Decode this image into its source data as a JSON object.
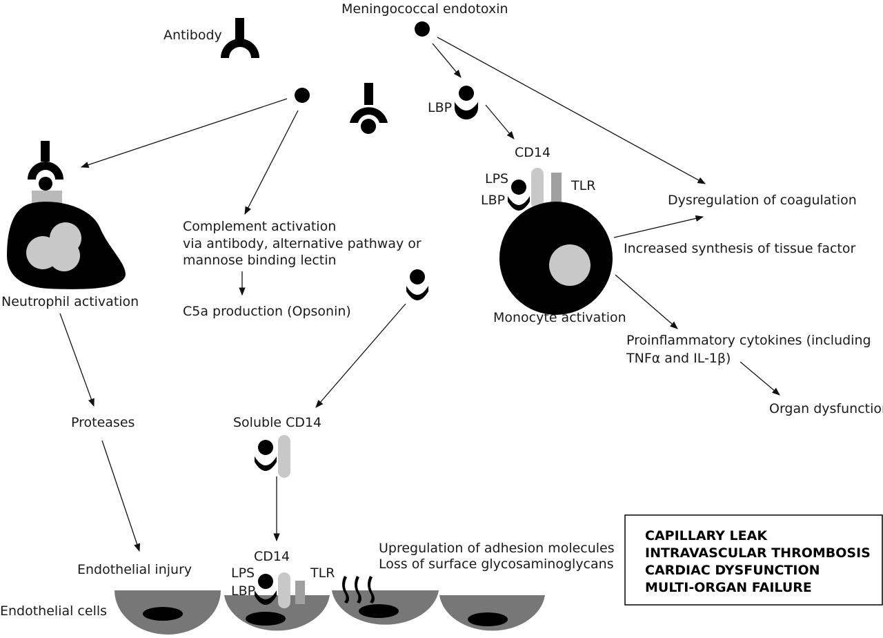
{
  "labels": {
    "meningococcal_endotoxin": "Meningococcal endotoxin",
    "antibody": "Antibody",
    "lbp_top": "LBP",
    "cd14_top": "CD14",
    "lps_mono": "LPS",
    "lbp_mono": "LBP",
    "tlr_mono": "TLR",
    "dysregulation": "Dysregulation of coagulation",
    "increased_synthesis": "Increased synthesis of tissue factor",
    "monocyte_activation": "Monocyte activation",
    "proinflammatory_1": "Proinflammatory cytokines (including",
    "proinflammatory_2": "TNFα and IL-1β)",
    "organ_dysfunction": "Organ dysfunction",
    "complement_1": "Complement activation",
    "complement_2": "via antibody, alternative pathway or",
    "complement_3": "mannose binding lectin",
    "c5a": "C5a production (Opsonin)",
    "neutrophil_activation": "Neutrophil activation",
    "proteases": "Proteases",
    "soluble_cd14": "Soluble CD14",
    "endothelial_injury": "Endothelial injury",
    "cd14_bottom": "CD14",
    "lps_bottom": "LPS",
    "lbp_bottom": "LBP",
    "tlr_bottom": "TLR",
    "upregulation_1": "Upregulation of adhesion molecules",
    "upregulation_2": "Loss of surface glycosaminoglycans",
    "endothelial_cells": "Endothelial cells"
  },
  "outcomes": [
    "CAPILLARY LEAK",
    "INTRAVASCULAR THROMBOSIS",
    "CARDIAC DYSFUNCTION",
    "MULTI-ORGAN FAILURE"
  ],
  "colors": {
    "black": "#000000",
    "light_gray": "#c8c8c8",
    "mid_gray": "#a0a0a0",
    "dark_gray": "#6e6e6e",
    "cell_gray": "#777777"
  }
}
